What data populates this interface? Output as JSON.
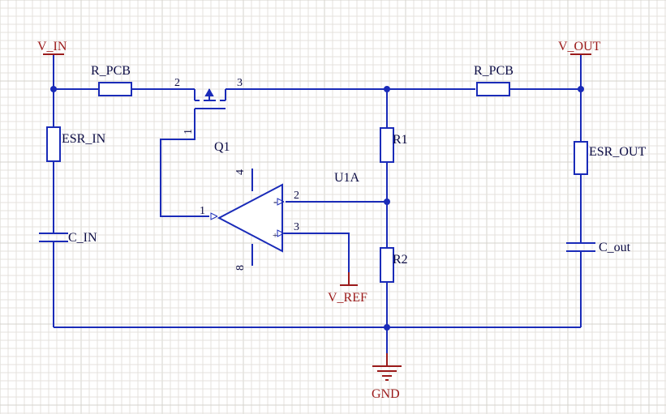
{
  "colors": {
    "wire": "#1a2bb8",
    "power": "#9b1a1a",
    "grid": "#e4e2dc",
    "grid_major": "#d6d3cc",
    "text": "#0b0b44",
    "background": "#ffffff"
  },
  "power_ports": {
    "vin": "V_IN",
    "vout": "V_OUT",
    "vref": "V_REF",
    "gnd": "GND"
  },
  "components": {
    "r_pcb_in": "R_PCB",
    "r_pcb_out": "R_PCB",
    "esr_in": "ESR_IN",
    "esr_out": "ESR_OUT",
    "c_in": "C_IN",
    "c_out": "C_out",
    "q1": "Q1",
    "r1": "R1",
    "r2": "R2",
    "u1a": "U1A"
  },
  "pins": {
    "q1_drain": "2",
    "q1_source": "3",
    "q1_gate": "1",
    "u1_out": "1",
    "u1_inv": "2",
    "u1_noninv": "3",
    "u1_vplus": "4",
    "u1_vminus": "8",
    "sign_minus": "-",
    "sign_plus": "+"
  },
  "icons": [
    "power-port-icon",
    "ground-icon",
    "resistor-icon",
    "capacitor-icon",
    "mosfet-icon",
    "opamp-icon"
  ]
}
